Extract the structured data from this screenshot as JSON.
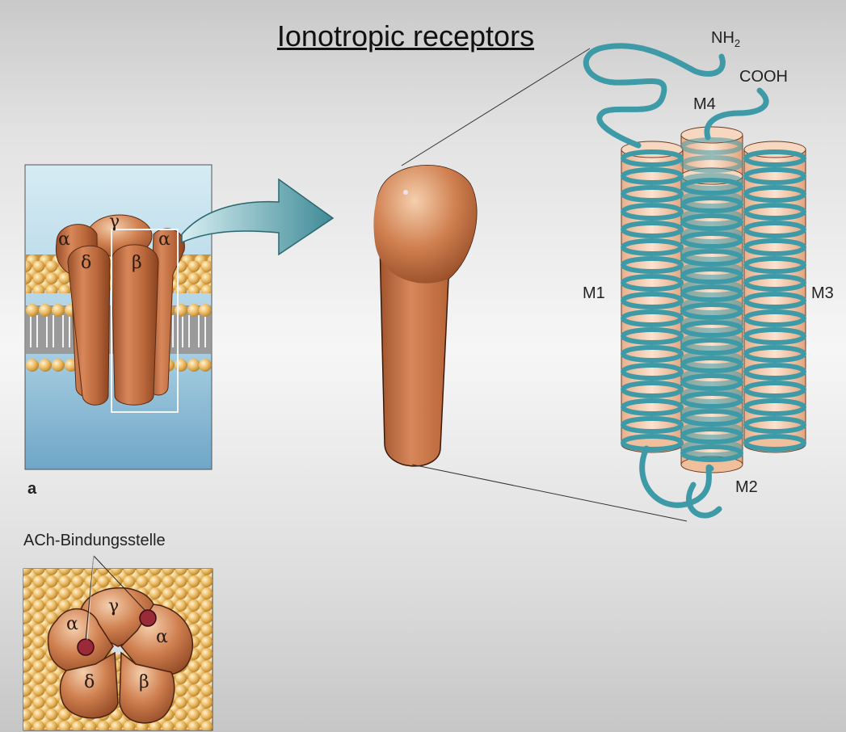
{
  "title": "Ionotropic receptors",
  "panel_a": {
    "label": "a",
    "subunits": {
      "gamma": "γ",
      "alpha_left": "α",
      "alpha_right": "α",
      "delta": "δ",
      "beta": "β"
    }
  },
  "helix_labels": {
    "nh2_base": "NH",
    "nh2_sub": "2",
    "cooh": "COOH",
    "m1": "M1",
    "m2": "M2",
    "m3": "M3",
    "m4": "M4"
  },
  "top_view": {
    "binding_site_label": "ACh-Bindungsstelle",
    "subunits": {
      "gamma": "γ",
      "alpha_left": "α",
      "alpha_right": "α",
      "delta": "δ",
      "beta": "β"
    }
  },
  "colors": {
    "protein": "#b8663a",
    "helix": "#3f9aa8",
    "cylinder": "#f0c6a6",
    "membrane_head": "#e8b45a",
    "water": "#9cc7dc"
  }
}
